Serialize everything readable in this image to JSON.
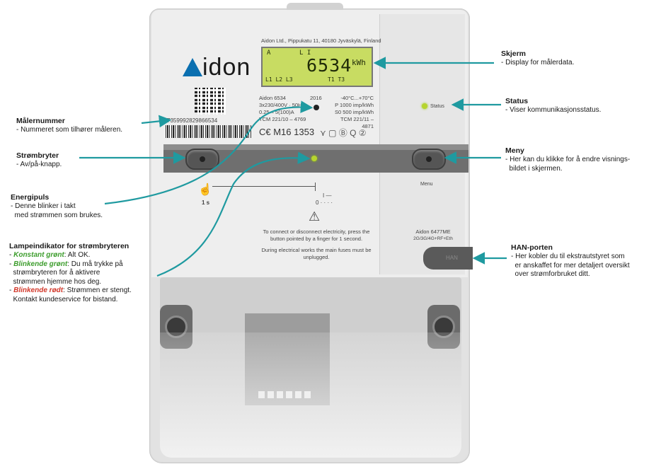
{
  "meter": {
    "manufacturer_line": "Aidon Ltd., Pippukatu 11, 40180 Jyväskylä, Finland",
    "brand": "idon",
    "display": {
      "top_left": "A",
      "top_mid": "L I",
      "reading": "6534",
      "unit": "kWh",
      "phases": "L1 L2 L3",
      "tariffs": "T1   T3"
    },
    "barcode_number": "7359992829866534",
    "spec_left": [
      "Aidon 6534",
      "3x230/400V · 50Hz",
      "0.25 – 5(100)A",
      "TCM 221/10 – 4769"
    ],
    "spec_year": "2016",
    "spec_right": [
      "-40°C...+70°C",
      "P 1000 imp/kWh",
      "S0 500 imp/kWh",
      "TCM 221/11 – 4871"
    ],
    "cert_marks": "C€ M16 1353",
    "status_label": "Status",
    "menu_label": "Menu",
    "model": "Aidon 6477ME",
    "model_sub": "2G/3G/4G+RF+Eth",
    "timing_label": "1 s",
    "switch_state": "0 · · · ·",
    "warning_text_1": "To connect or disconnect electricity, press the button pointed by a finger for 1 second.",
    "warning_text_2": "During electrical works the main fuses must be unplugged.",
    "han_label": "HAN"
  },
  "annotations": {
    "malernummer": {
      "title": "Målernummer",
      "body": "- Nummeret som tilhører måleren."
    },
    "strombryter": {
      "title": "Strømbryter",
      "body": "- Av/på-knapp."
    },
    "energipuls": {
      "title": "Energipuls",
      "body": "- Denne blinker i takt\n  med strømmen som brukes."
    },
    "lampeindikator": {
      "title": "Lampeindikator for strømbryteren",
      "l1_label": "Konstant grønt",
      "l1_text": ": Alt OK.",
      "l2_label": "Blinkende grønt",
      "l2_text": ": Du må trykke på",
      "l2_cont": "  strømbryteren for å aktivere\n  strømmen hjemme hos deg.",
      "l3_label": "Blinkende rødt",
      "l3_text": ": Strømmen er stengt.",
      "l3_cont": "  Kontakt kundeservice for bistand."
    },
    "skjerm": {
      "title": "Skjerm",
      "body": "- Display for målerdata."
    },
    "status": {
      "title": "Status",
      "body": "- Viser kommunikasjonsstatus."
    },
    "meny": {
      "title": "Meny",
      "body": "- Her kan du klikke for å endre visnings-\n  bildet i skjermen."
    },
    "han": {
      "title": "HAN-porten",
      "body": "- Her kobler du til ekstrautstyret som\n  er anskaffet for mer detaljert oversikt\n  over strømforbruket ditt."
    }
  },
  "colors": {
    "arrow": "#1f9aa0",
    "lcd": "#c8dc62",
    "logo_blue": "#0a6fb0",
    "green_text": "#3d9d2d",
    "red_text": "#d2382a"
  }
}
